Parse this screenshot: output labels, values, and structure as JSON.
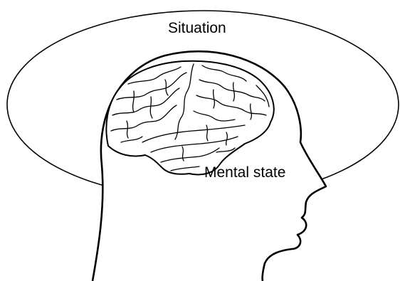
{
  "labels": {
    "situation": "Situation",
    "mental_state": "Mental state"
  },
  "colors": {
    "stroke": "#000000",
    "background": "#ffffff",
    "brain_fill": "#ffffff"
  },
  "icons": {
    "head": "head-profile-silhouette",
    "brain": "brain-illustration",
    "situation": "ellipse-outline"
  }
}
